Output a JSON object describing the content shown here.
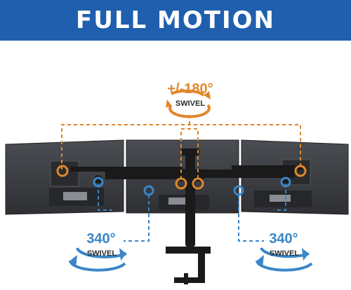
{
  "banner": {
    "title": "FULL MOTION"
  },
  "callouts": {
    "top": {
      "angle": "+/-180°",
      "label": "SWIVEL"
    },
    "left": {
      "angle": "340°",
      "label": "SWIVEL"
    },
    "right": {
      "angle": "340°",
      "label": "SWIVEL"
    }
  },
  "colors": {
    "banner": "#1f5fae",
    "orange": "#e0872b",
    "blue": "#3a86c8",
    "text_dark": "#2b2b2b",
    "monitor": "#3a3c40",
    "arm": "#1a1a1a"
  }
}
